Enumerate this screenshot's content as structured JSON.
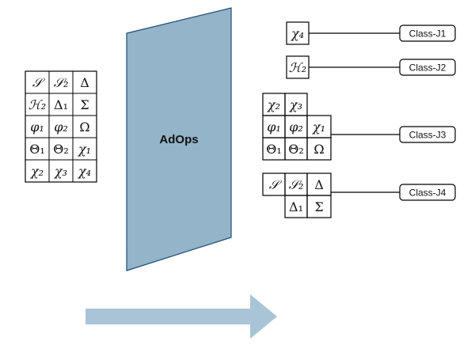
{
  "colors": {
    "panel_fill": "#93b4c9",
    "panel_stroke": "#1f4e79",
    "arrow_fill": "#a9c4d7",
    "line": "#000000"
  },
  "panel": {
    "label": "AdOps"
  },
  "input_grid": [
    [
      "𝒮",
      "𝒮₂",
      "Δ"
    ],
    [
      "ℋ₂",
      "Δ₁",
      "Σ"
    ],
    [
      "φ₁",
      "φ₂",
      "Ω"
    ],
    [
      "Θ₁",
      "Θ₂",
      "χ₁"
    ],
    [
      "χ₂",
      "χ₃",
      "χ₄"
    ]
  ],
  "outputs": [
    {
      "cells": [
        "χ₄"
      ],
      "class_label": "Class-J1"
    },
    {
      "cells": [
        "ℋ₂"
      ],
      "class_label": "Class-J2"
    },
    {
      "cells": [
        "χ₂",
        "χ₃",
        "φ₁",
        "φ₂",
        "χ₁",
        "Θ₁",
        "Θ₂",
        "Ω"
      ],
      "class_label": "Class-J3"
    },
    {
      "cells": [
        "𝒮",
        "𝒮₂",
        "Δ",
        "Δ₁",
        "Σ"
      ],
      "class_label": "Class-J4"
    }
  ]
}
